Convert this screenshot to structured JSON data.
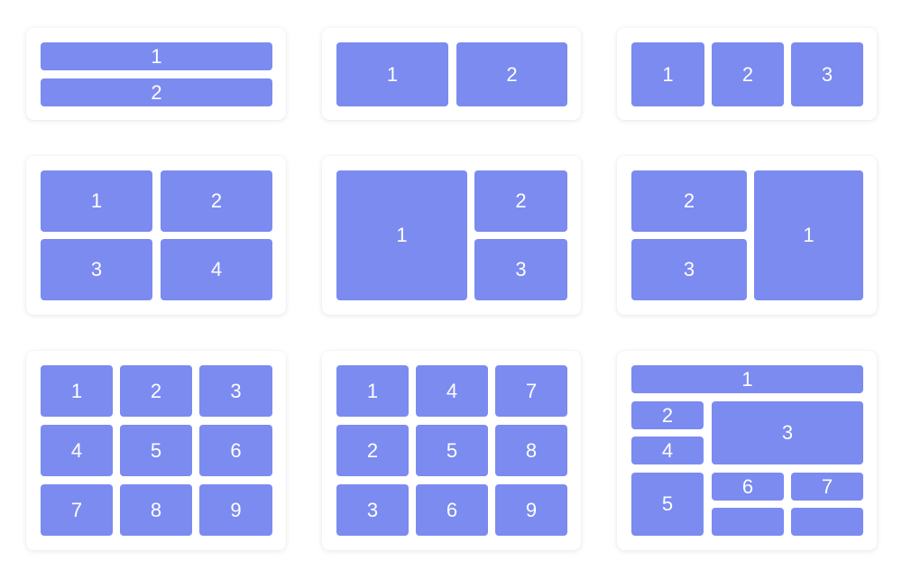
{
  "colors": {
    "tile": "#7b8bf0",
    "tile_text": "#ffffff",
    "card": "#ffffff",
    "background": "#ffffff"
  },
  "layouts": [
    {
      "tiles": [
        "1",
        "2"
      ]
    },
    {
      "tiles": [
        "1",
        "2"
      ]
    },
    {
      "tiles": [
        "1",
        "2",
        "3"
      ]
    },
    {
      "tiles": [
        "1",
        "2",
        "3",
        "4"
      ]
    },
    {
      "tiles": [
        "1",
        "2",
        "3"
      ]
    },
    {
      "tiles": [
        "2",
        "3",
        "1"
      ]
    },
    {
      "tiles": [
        "1",
        "2",
        "3",
        "4",
        "5",
        "6",
        "7",
        "8",
        "9"
      ]
    },
    {
      "tiles": [
        "1",
        "4",
        "7",
        "2",
        "5",
        "8",
        "3",
        "6",
        "9"
      ]
    },
    {
      "tiles": [
        "1",
        "2",
        "4",
        "3",
        "5",
        "6",
        "7",
        "",
        ""
      ]
    }
  ]
}
